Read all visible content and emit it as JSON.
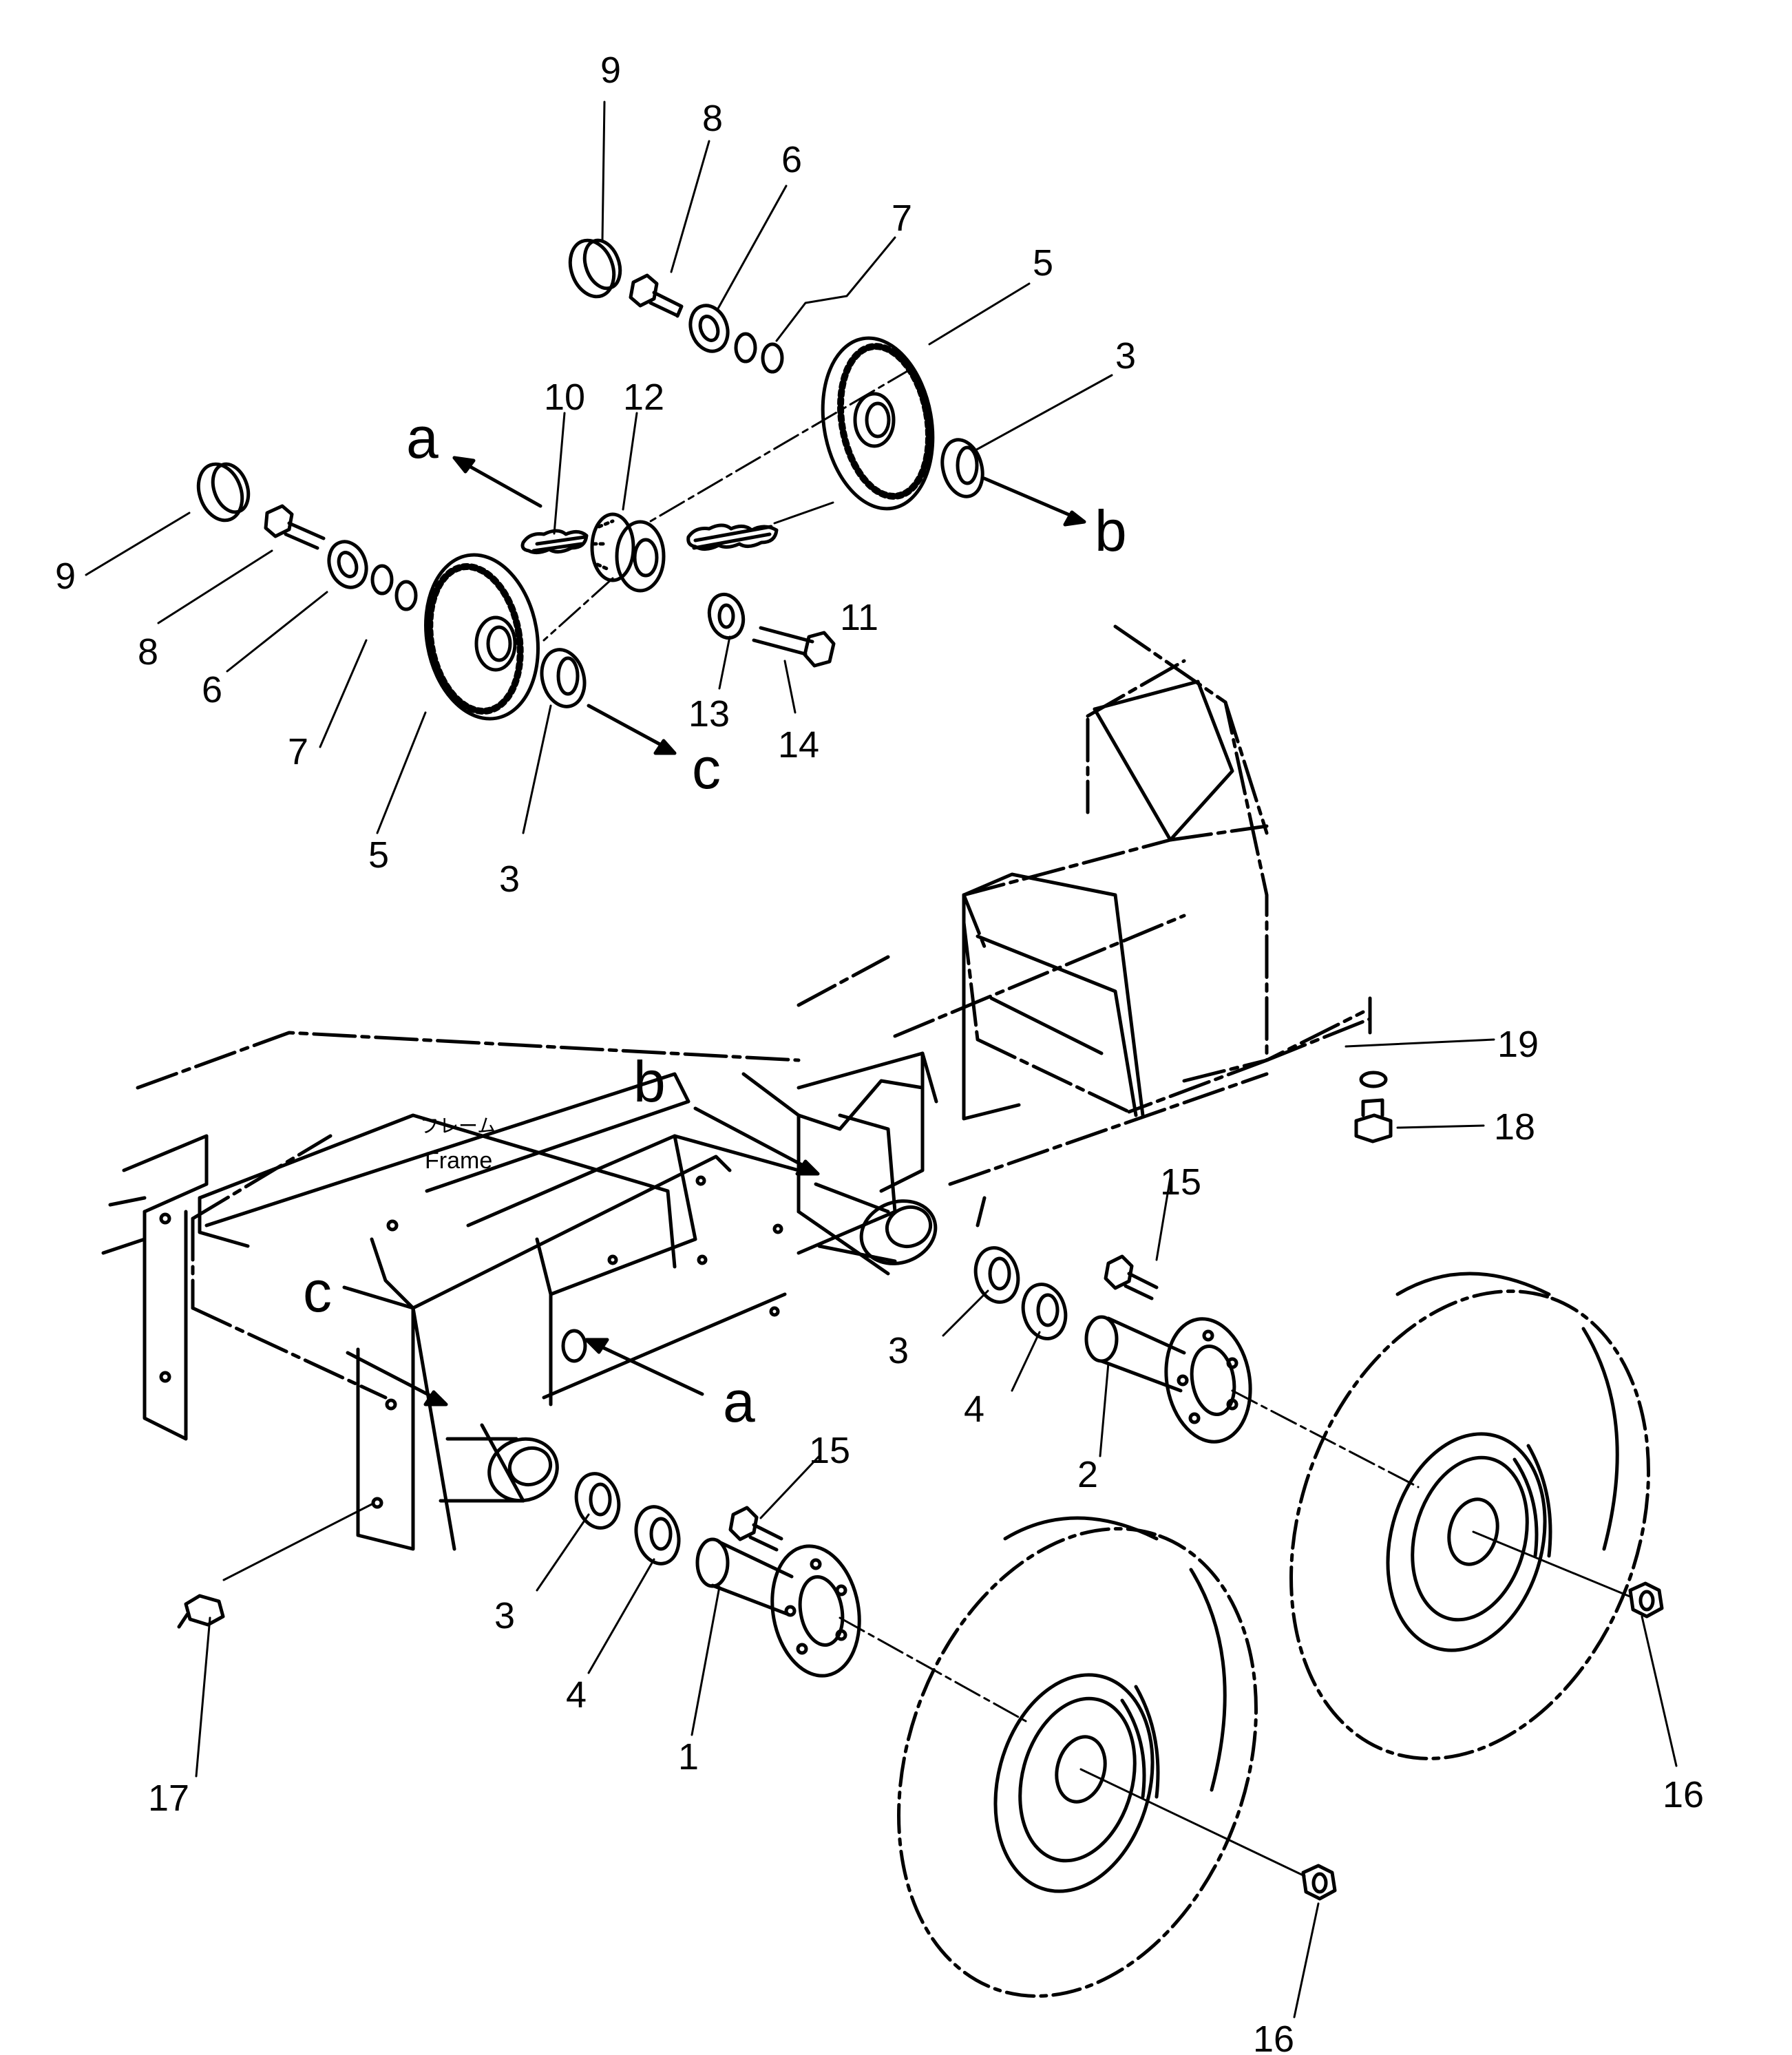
{
  "diagram": {
    "frame_label_jp": "フレーム",
    "frame_label_en": "Frame",
    "view_markers": [
      "a",
      "b",
      "c"
    ],
    "callouts": [
      {
        "id": "c9a",
        "text": "9"
      },
      {
        "id": "c8a",
        "text": "8"
      },
      {
        "id": "c6a",
        "text": "6"
      },
      {
        "id": "c7a",
        "text": "7"
      },
      {
        "id": "c5a",
        "text": "5"
      },
      {
        "id": "c3a",
        "text": "3"
      },
      {
        "id": "c10",
        "text": "10"
      },
      {
        "id": "c12",
        "text": "12"
      },
      {
        "id": "c11",
        "text": "11"
      },
      {
        "id": "c9b",
        "text": "9"
      },
      {
        "id": "c8b",
        "text": "8"
      },
      {
        "id": "c6b",
        "text": "6"
      },
      {
        "id": "c7b",
        "text": "7"
      },
      {
        "id": "c5b",
        "text": "5"
      },
      {
        "id": "c3b",
        "text": "3"
      },
      {
        "id": "c13",
        "text": "13"
      },
      {
        "id": "c14",
        "text": "14"
      },
      {
        "id": "c19",
        "text": "19"
      },
      {
        "id": "c18",
        "text": "18"
      },
      {
        "id": "c15a",
        "text": "15"
      },
      {
        "id": "c3c",
        "text": "3"
      },
      {
        "id": "c4a",
        "text": "4"
      },
      {
        "id": "c2",
        "text": "2"
      },
      {
        "id": "c15b",
        "text": "15"
      },
      {
        "id": "c3d",
        "text": "3"
      },
      {
        "id": "c4b",
        "text": "4"
      },
      {
        "id": "c1",
        "text": "1"
      },
      {
        "id": "c17",
        "text": "17"
      },
      {
        "id": "c16a",
        "text": "16"
      },
      {
        "id": "c16b",
        "text": "16"
      }
    ]
  }
}
